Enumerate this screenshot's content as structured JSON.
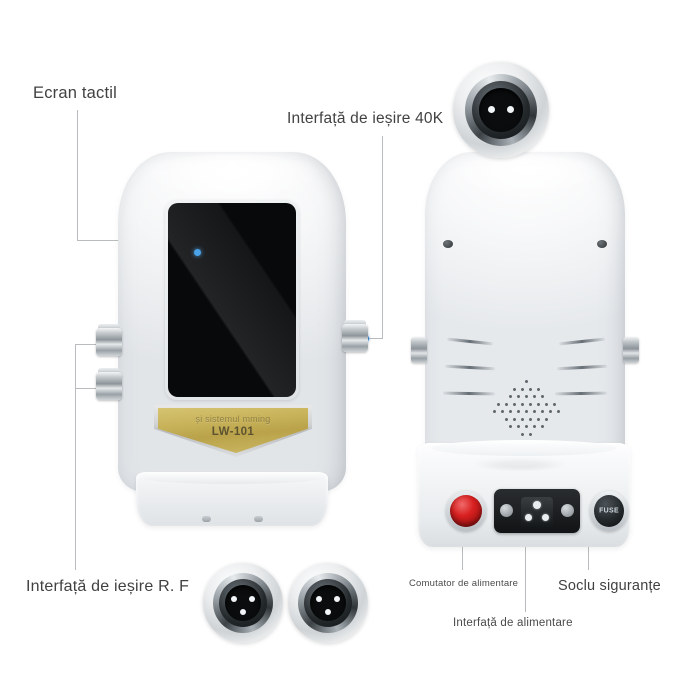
{
  "page": {
    "type": "product-annotated-diagram",
    "background_color": "#ffffff",
    "line_color": "#b9bcbe",
    "dot_color": "#2f86d8"
  },
  "callouts": [
    {
      "id": "touch-screen",
      "label": "Ecran tactil"
    },
    {
      "id": "output-40k",
      "label": "Interfață de ieșire 40K"
    },
    {
      "id": "output-rf",
      "label": "Interfață de ieșire R. F"
    },
    {
      "id": "power-switch",
      "label": "Comutator de alimentare"
    },
    {
      "id": "fuse-socket",
      "label": "Soclu siguranțe"
    },
    {
      "id": "power-interface",
      "label": "Interfață de alimentare"
    }
  ],
  "device": {
    "badge": {
      "line1": "și sistemul mming",
      "line2": "LW-101",
      "plate_color": "#c9b45c"
    },
    "screen": {
      "color": "#08090b",
      "led_color": "#4aa3e8"
    },
    "power_switch_color": "#d82020",
    "fuse_label": "FUSE"
  },
  "connectors": {
    "front_side_count": 3,
    "closeup_count": 3,
    "closeup_pins": [
      2,
      3,
      3
    ]
  }
}
